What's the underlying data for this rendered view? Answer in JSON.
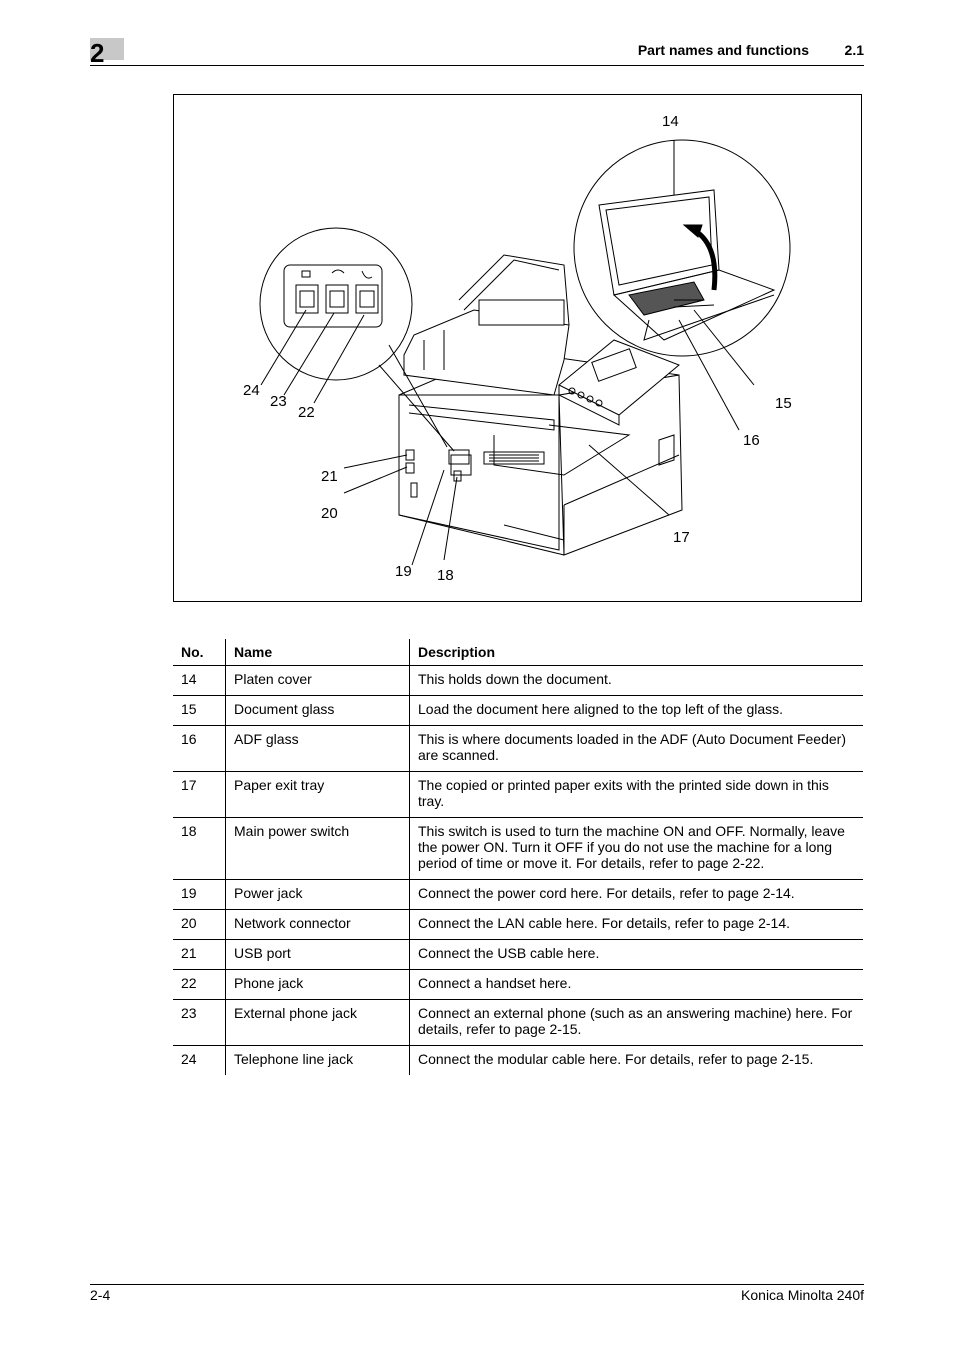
{
  "header": {
    "chapter_number": "2",
    "section_title": "Part names and functions",
    "section_number": "2.1"
  },
  "figure": {
    "callouts": [
      "14",
      "15",
      "16",
      "17",
      "18",
      "19",
      "20",
      "21",
      "22",
      "23",
      "24"
    ]
  },
  "table": {
    "headers": [
      "No.",
      "Name",
      "Description"
    ],
    "rows": [
      [
        "14",
        "Platen cover",
        "This holds down the document."
      ],
      [
        "15",
        "Document glass",
        "Load the document here aligned to the top left of the glass."
      ],
      [
        "16",
        "ADF glass",
        "This is where documents loaded in the ADF (Auto Document Feeder) are scanned."
      ],
      [
        "17",
        "Paper exit tray",
        "The copied or printed paper exits with the printed side down in this tray."
      ],
      [
        "18",
        "Main power switch",
        "This switch is used to turn the machine ON and OFF. Normally, leave the power ON. Turn it OFF if you do not use the machine for a long period of time or move it. For details, refer to page 2-22."
      ],
      [
        "19",
        "Power jack",
        "Connect the power cord here. For details, refer to page 2-14."
      ],
      [
        "20",
        "Network connector",
        "Connect the LAN cable here. For details, refer to page 2-14."
      ],
      [
        "21",
        "USB port",
        "Connect the USB cable here."
      ],
      [
        "22",
        "Phone jack",
        "Connect a handset here."
      ],
      [
        "23",
        "External phone jack",
        "Connect an external phone (such as an answering machine) here. For details, refer to page 2-15."
      ],
      [
        "24",
        "Telephone line jack",
        "Connect the modular cable here. For details, refer to page 2-15."
      ]
    ]
  },
  "footer": {
    "page_number": "2-4",
    "product": "Konica Minolta 240f"
  }
}
